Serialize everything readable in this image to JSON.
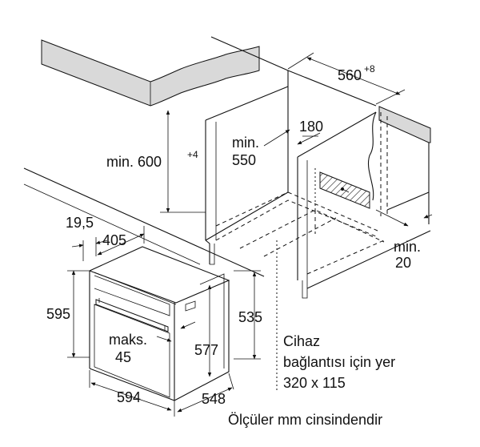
{
  "labels": {
    "min_600": "min. 600",
    "min_600_sup": "+4",
    "min_550_a": "min.",
    "min_550_b": "550",
    "dim_180": "180",
    "dim_560": "560",
    "dim_560_sup": "+8",
    "min_20_a": "min.",
    "min_20_b": "20",
    "dim_19_5": "19,5",
    "dim_405": "405",
    "dim_595": "595",
    "dim_535": "535",
    "dim_577": "577",
    "maks_a": "maks.",
    "maks_b": "45",
    "dim_594": "594",
    "dim_548": "548",
    "connection_1": "Cihaz",
    "connection_2": "bağlantısı için yer",
    "connection_3": "320 x 115",
    "footer": "Ölçüler mm cinsindendir"
  },
  "colors": {
    "countertop": "#d9d9d9",
    "line": "#111111",
    "background": "#ffffff"
  }
}
